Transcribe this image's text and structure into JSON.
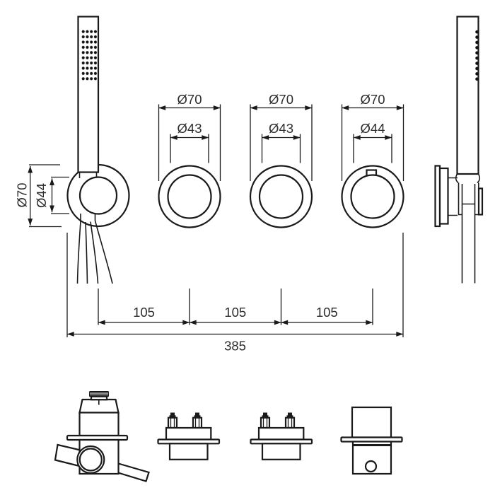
{
  "palette": {
    "background": "#ffffff",
    "line_color": "#1a1a1a",
    "text_color": "#2d2d2d"
  },
  "views": {
    "front": {
      "handset_bracket": {
        "outer_diameter": "Ø70",
        "inner_diameter": "Ø44"
      },
      "valve_trims": [
        {
          "outer_diameter": "Ø70",
          "inner_diameter": "Ø43"
        },
        {
          "outer_diameter": "Ø70",
          "inner_diameter": "Ø43"
        },
        {
          "outer_diameter": "Ø70",
          "inner_diameter": "Ø44"
        }
      ],
      "spacings": [
        "105",
        "105",
        "105"
      ],
      "overall_width": "385"
    }
  }
}
